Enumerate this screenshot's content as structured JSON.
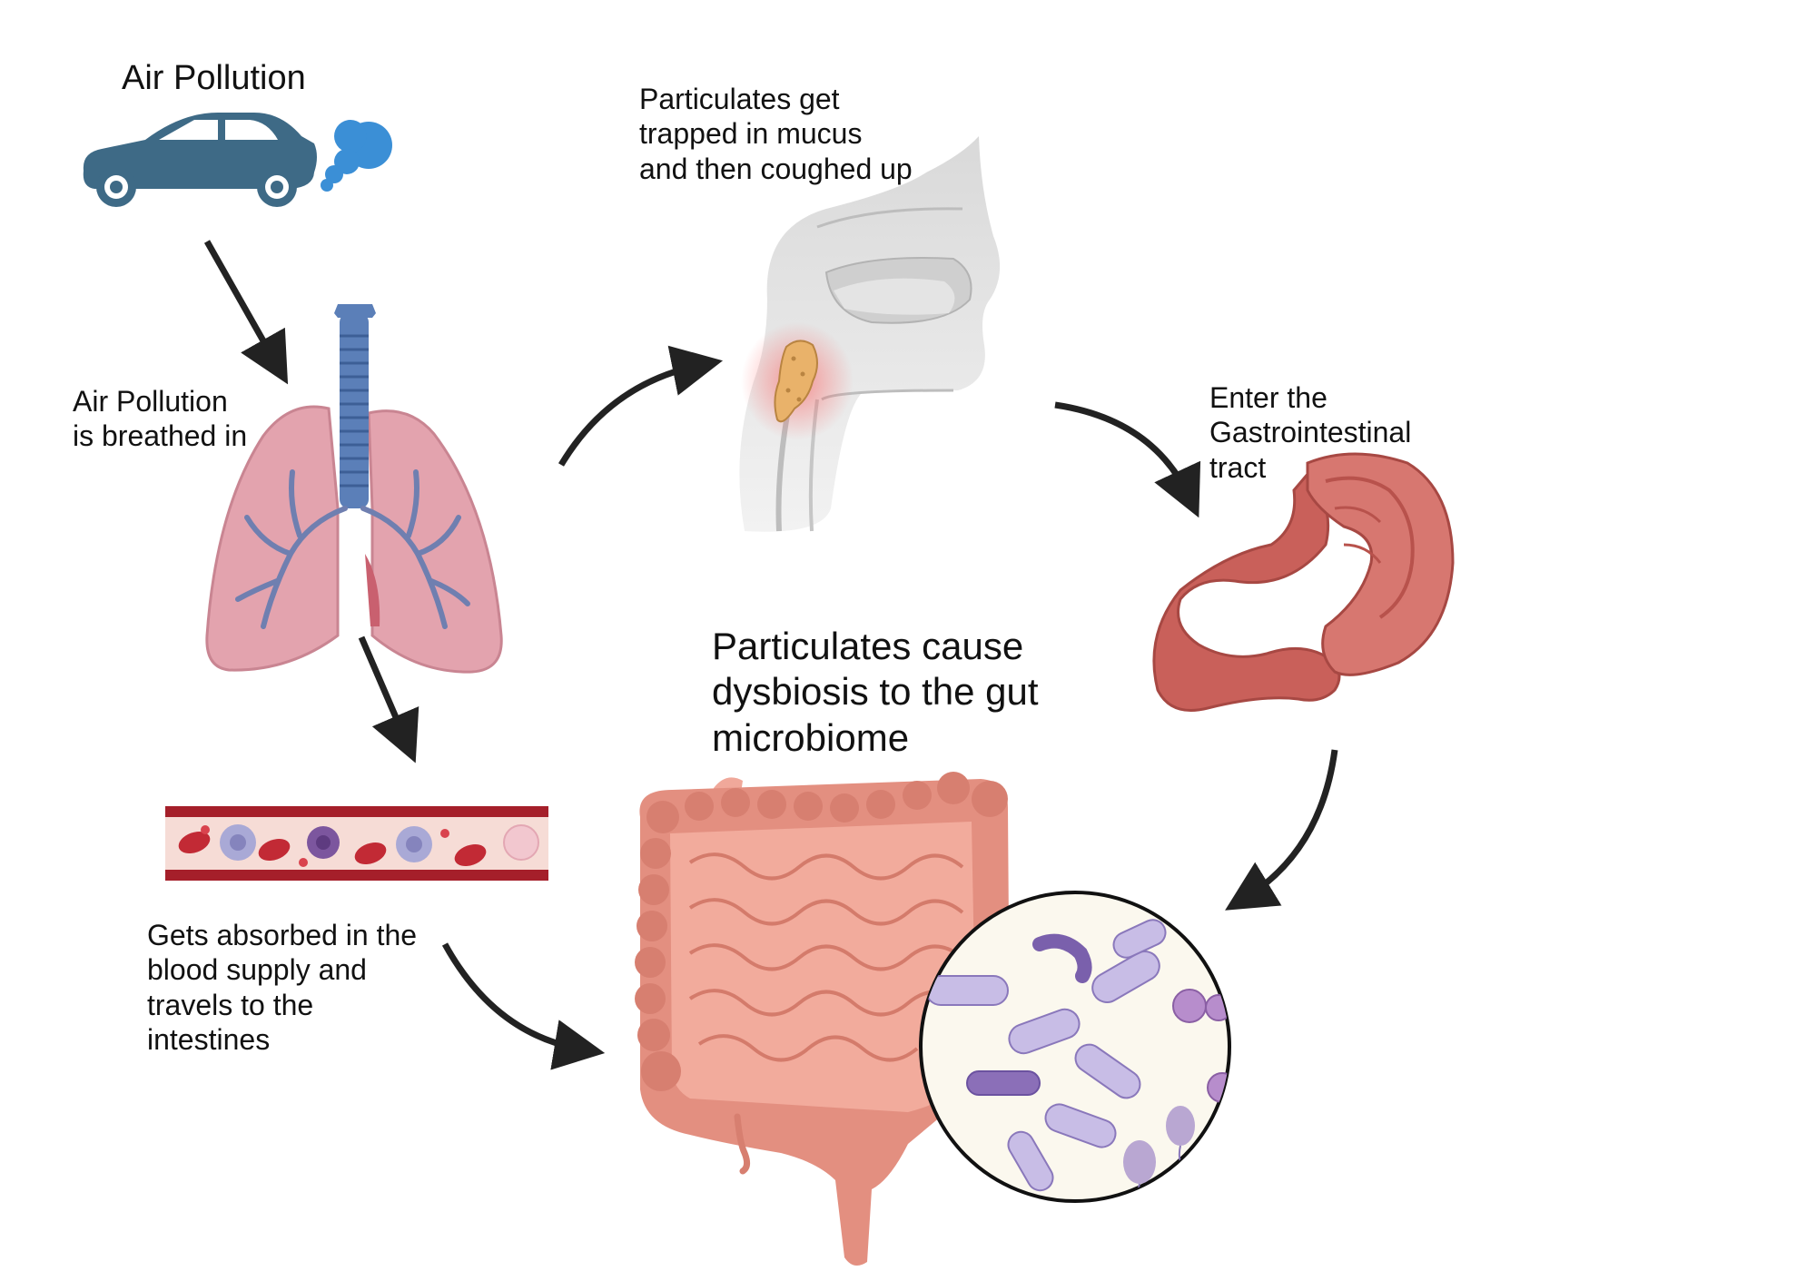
{
  "labels": {
    "air_pollution": "Air Pollution",
    "breathed_in": "Air Pollution\nis breathed in",
    "mucus": "Particulates get\ntrapped in mucus\nand then coughed up",
    "gi_tract": "Enter the\nGastrointestinal\ntract",
    "blood": "Gets absorbed in the\nblood supply and\ntravels to the\nintestines",
    "dysbiosis": "Particulates cause\ndysbiosis to the gut\nmicrobiome"
  },
  "colors": {
    "car": "#3e6a86",
    "exhaust": "#3b8fd6",
    "lung": "#e3a3ae",
    "trachea": "#5b7fb8",
    "stomach": "#c9605a",
    "intestine": "#e8a291",
    "bacteria": "#b6a3d6",
    "arrow": "#222222",
    "blood_vessel": "#a51f2a"
  },
  "icons": [
    "car-icon",
    "exhaust-cloud-icon",
    "lungs-icon",
    "head-cross-section-icon",
    "stomach-icon",
    "blood-vessel-icon",
    "intestines-icon",
    "microbiome-bacteria-icon"
  ]
}
